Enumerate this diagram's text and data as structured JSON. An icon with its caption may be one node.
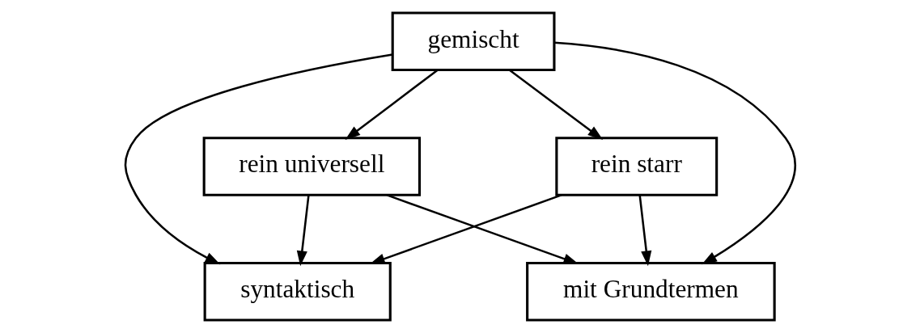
{
  "diagram": {
    "nodes": [
      {
        "text": [
          "gemischt"
        ]
      },
      {
        "text": [
          "rein universell"
        ]
      },
      {
        "text": [
          "rein starr"
        ]
      },
      {
        "text": [
          "syntaktisch"
        ]
      },
      {
        "text": [
          "mit Grundtermen"
        ]
      }
    ],
    "edges": [
      {
        "from": 0,
        "to": 1,
        "arrow": "to"
      },
      {
        "from": 0,
        "to": 2,
        "arrow": "to"
      },
      {
        "from": 0,
        "to": 3,
        "arrow": "to"
      },
      {
        "from": 0,
        "to": 4,
        "arrow": "to"
      },
      {
        "from": 1,
        "to": 3,
        "arrow": "to"
      },
      {
        "from": 1,
        "to": 4,
        "arrow": "to"
      },
      {
        "from": 2,
        "to": 3,
        "arrow": "to"
      },
      {
        "from": 2,
        "to": 4,
        "arrow": "to"
      }
    ]
  }
}
